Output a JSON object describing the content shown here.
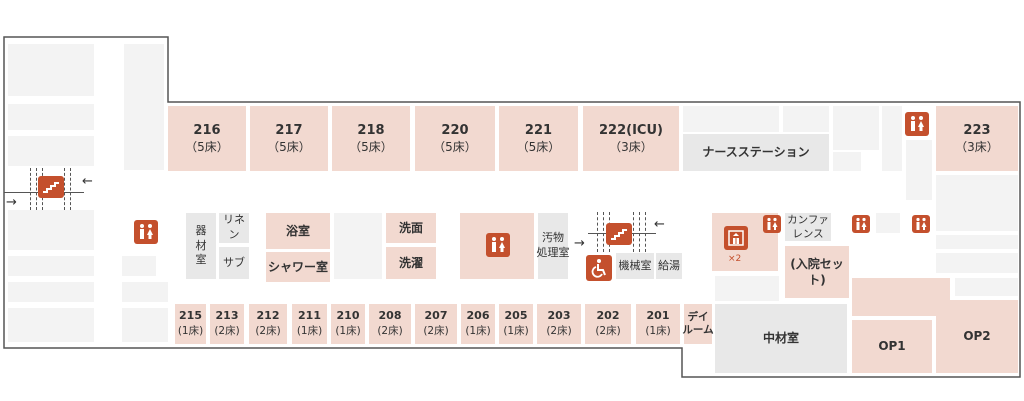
{
  "upper_rooms": [
    {
      "num": "216",
      "beds": "（5床）"
    },
    {
      "num": "217",
      "beds": "（5床）"
    },
    {
      "num": "218",
      "beds": "（5床）"
    },
    {
      "num": "220",
      "beds": "（5床）"
    },
    {
      "num": "221",
      "beds": "（5床）"
    },
    {
      "num": "222(ICU)",
      "beds": "（3床）"
    },
    {
      "num": "223",
      "beds": "（3床）"
    }
  ],
  "lower_rooms": [
    {
      "num": "215",
      "beds": "(1床)"
    },
    {
      "num": "213",
      "beds": "(2床)"
    },
    {
      "num": "212",
      "beds": "(2床)"
    },
    {
      "num": "211",
      "beds": "(1床)"
    },
    {
      "num": "210",
      "beds": "(1床)"
    },
    {
      "num": "208",
      "beds": "(2床)"
    },
    {
      "num": "207",
      "beds": "(2床)"
    },
    {
      "num": "206",
      "beds": "(1床)"
    },
    {
      "num": "205",
      "beds": "(1床)"
    },
    {
      "num": "203",
      "beds": "(2床)"
    },
    {
      "num": "202",
      "beds": "(2床)"
    },
    {
      "num": "201",
      "beds": "(1床)"
    }
  ],
  "labels": {
    "nurse_station": "ナースステーション",
    "utensil_room": "器\n材\n室",
    "linen": "リネン",
    "sub": "サブ",
    "bathroom": "浴室",
    "shower_room": "シャワー室",
    "washroom": "洗面",
    "laundry": "洗濯",
    "dirty_room": "汚物\n処理室",
    "machine_room": "機械室",
    "hot_water": "給湯",
    "conference": "カンファ\nレンス",
    "admission_set": "(入院セット)",
    "day_room": "デイ\nルーム",
    "central_supply": "中材室",
    "op1": "OP1",
    "op2": "OP2",
    "elevator_count": "×2"
  },
  "icons": [
    "toilet-icon",
    "stairs-icon",
    "wheelchair-icon",
    "elevator-icon",
    "arrow-left-icon",
    "arrow-right-icon"
  ],
  "colors": {
    "room": "#f2d9d0",
    "facility": "#e8e8e8",
    "accent": "#c4502d",
    "wall": "#555555"
  }
}
